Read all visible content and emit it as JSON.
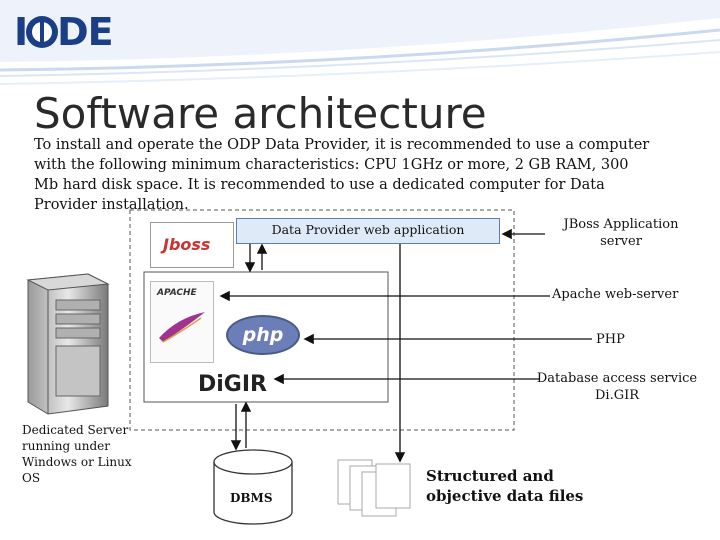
{
  "header": {
    "logo_text": "IODE",
    "title": "Software architecture"
  },
  "intro": "To install and operate the ODP Data Provider, it is recommended to use a computer with the following minimum characteristics: CPU 1GHz or more, 2 GB RAM, 300 Mb hard disk space. It is recommended to use a dedicated computer for Data Provider installation.",
  "diagram": {
    "web_application": "Data Provider web application",
    "jboss": "JBoss Application server",
    "apache": "Apache web-server",
    "php": "PHP",
    "digir": "Database access service Di.GIR",
    "server": "Dedicated Server running under Windows or Linux OS",
    "dbms": "DBMS",
    "data_files": "Structured and objective data files",
    "logos": {
      "jboss": "Jboss",
      "apache": "APACHE",
      "php": "php",
      "digir": "DiGIR"
    }
  },
  "colors": {
    "logo_blue": "#1a3f86",
    "header_stripe": "#c9d9ef",
    "bar_fill": "#dfeaf8",
    "bar_border": "#5a7fb0"
  }
}
